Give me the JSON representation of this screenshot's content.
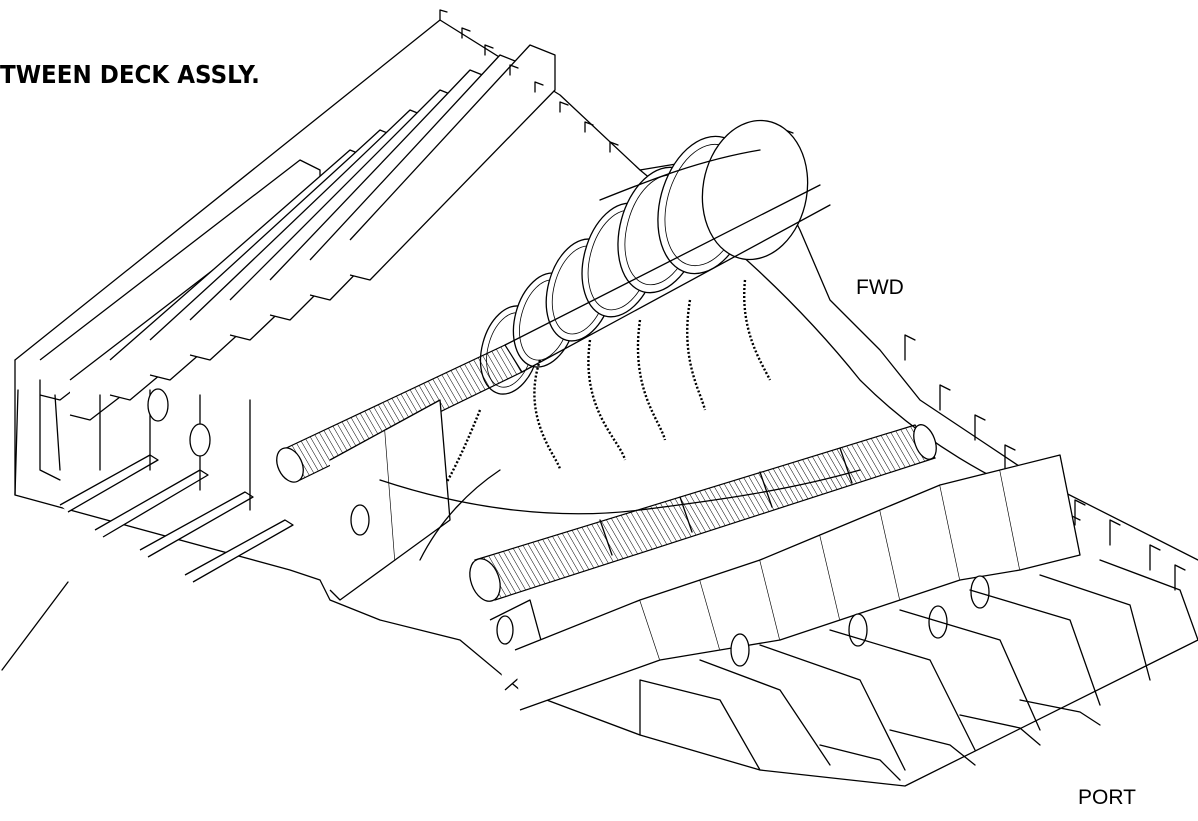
{
  "labels": {
    "title": "TWEEN DECK ASSLY.",
    "fwd": "FWD",
    "port": "PORT"
  },
  "colors": {
    "line": "#000000",
    "background": "#ffffff"
  }
}
